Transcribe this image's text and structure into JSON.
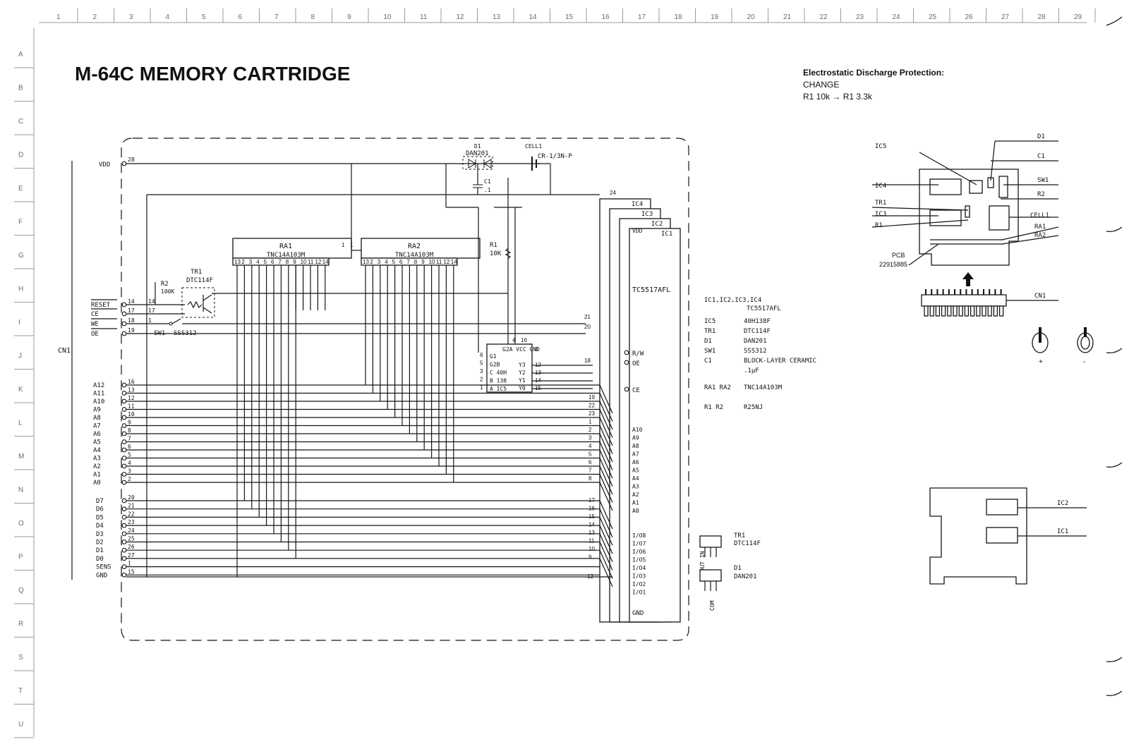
{
  "title": "M-64C MEMORY CARTRIDGE",
  "esd_note": {
    "heading": "Electrostatic Discharge Protection:",
    "line1": "CHANGE",
    "line2": "R1 10k → R1 3.3k"
  },
  "ruler": {
    "columns": [
      "1",
      "2",
      "3",
      "4",
      "5",
      "6",
      "7",
      "8",
      "9",
      "10",
      "11",
      "12",
      "13",
      "14",
      "15",
      "16",
      "17",
      "18",
      "19",
      "20",
      "21",
      "22",
      "23",
      "24",
      "25",
      "26",
      "27",
      "28",
      "29"
    ],
    "rows": [
      "A",
      "B",
      "C",
      "D",
      "E",
      "F",
      "G",
      "H",
      "I",
      "J",
      "K",
      "L",
      "M",
      "N",
      "O",
      "P",
      "Q",
      "R",
      "S",
      "T",
      "U"
    ]
  },
  "connector": {
    "name": "CN1",
    "power_pins": [
      {
        "label": "VDD",
        "pin": "28"
      }
    ],
    "control_pins": [
      {
        "label": "RESET",
        "pin": "14",
        "inner": "14"
      },
      {
        "label": "CE",
        "pin": "17",
        "inner": "17"
      },
      {
        "label": "WE",
        "pin": "18",
        "inner": "1"
      },
      {
        "label": "OE",
        "pin": "19",
        "inner": ""
      }
    ],
    "address_pins": [
      {
        "label": "A12",
        "pin": "16"
      },
      {
        "label": "A11",
        "pin": "13"
      },
      {
        "label": "A10",
        "pin": "12"
      },
      {
        "label": "A9",
        "pin": "11"
      },
      {
        "label": "A8",
        "pin": "10"
      },
      {
        "label": "A7",
        "pin": "9"
      },
      {
        "label": "A6",
        "pin": "8"
      },
      {
        "label": "A5",
        "pin": "7"
      },
      {
        "label": "A4",
        "pin": "6"
      },
      {
        "label": "A3",
        "pin": "5"
      },
      {
        "label": "A2",
        "pin": "4"
      },
      {
        "label": "A1",
        "pin": "3"
      },
      {
        "label": "A0",
        "pin": "2"
      }
    ],
    "data_pins": [
      {
        "label": "D7",
        "pin": "20"
      },
      {
        "label": "D6",
        "pin": "21"
      },
      {
        "label": "D5",
        "pin": "22"
      },
      {
        "label": "D4",
        "pin": "23"
      },
      {
        "label": "D3",
        "pin": "24"
      },
      {
        "label": "D2",
        "pin": "25"
      },
      {
        "label": "D1",
        "pin": "26"
      },
      {
        "label": "D0",
        "pin": "27"
      },
      {
        "label": "SENS",
        "pin": "1"
      },
      {
        "label": "GND",
        "pin": "15"
      }
    ]
  },
  "components": {
    "d1": {
      "ref": "D1",
      "part": "DAN201"
    },
    "cell1": {
      "ref": "CELL1",
      "part": "CR-1/3N-P"
    },
    "c1": {
      "ref": "C1",
      "value": ".1"
    },
    "r1": {
      "ref": "R1",
      "value": "10K"
    },
    "r2": {
      "ref": "R2",
      "value": "100K"
    },
    "tr1": {
      "ref": "TR1",
      "part": "DTC114F"
    },
    "sw1": {
      "ref": "SW1",
      "part": "SSS312"
    },
    "ra1": {
      "ref": "RA1",
      "part": "TNC14A103M"
    },
    "ra2": {
      "ref": "RA2",
      "part": "TNC14A103M"
    },
    "ra_pins": [
      "13",
      "2",
      "3",
      "4",
      "5",
      "6",
      "7",
      "8",
      "9",
      "10",
      "11",
      "12",
      "14"
    ],
    "ic5": {
      "ref": "IC5",
      "lines": [
        "G1",
        "G2B",
        "C 40H",
        "B 138",
        "A IC5"
      ],
      "outputs": [
        "Y3",
        "Y2",
        "Y1",
        "Y0"
      ],
      "top": "G2A VCC GND",
      "pin_labels": [
        "6",
        "5",
        "3",
        "2",
        "1",
        "4",
        "16",
        "8",
        "12",
        "13",
        "14",
        "15"
      ]
    },
    "ram": {
      "stack": [
        "IC4",
        "IC3",
        "IC2",
        "IC1"
      ],
      "part": "TC5517AFL",
      "vdd": "VDD",
      "pin24": "24",
      "ctrl": [
        {
          "label": "R/W",
          "pin": "21"
        },
        {
          "label": "OE",
          "pin": "20"
        },
        {
          "label": "CE",
          "pin": "18"
        }
      ],
      "address": [
        {
          "label": "A10",
          "pin": "19"
        },
        {
          "label": "A9",
          "pin": "22"
        },
        {
          "label": "A8",
          "pin": "23"
        },
        {
          "label": "A7",
          "pin": "1"
        },
        {
          "label": "A6",
          "pin": "2"
        },
        {
          "label": "A5",
          "pin": "3"
        },
        {
          "label": "A4",
          "pin": "4"
        },
        {
          "label": "A3",
          "pin": "5"
        },
        {
          "label": "A2",
          "pin": "6"
        },
        {
          "label": "A1",
          "pin": "7"
        },
        {
          "label": "A0",
          "pin": "8"
        }
      ],
      "data": [
        {
          "label": "I/O8",
          "pin": "17"
        },
        {
          "label": "I/O7",
          "pin": "16"
        },
        {
          "label": "I/O6",
          "pin": "15"
        },
        {
          "label": "I/O5",
          "pin": "14"
        },
        {
          "label": "I/O4",
          "pin": "13"
        },
        {
          "label": "I/O3",
          "pin": "11"
        },
        {
          "label": "I/O2",
          "pin": "10"
        },
        {
          "label": "I/O1",
          "pin": "9"
        }
      ],
      "gnd": "GND",
      "gnd_pin": "12"
    }
  },
  "parts_list": [
    {
      "ref": "IC1,IC2,IC3,IC4",
      "value": "TC5517AFL"
    },
    {
      "ref": "IC5",
      "value": "40H138F"
    },
    {
      "ref": "TR1",
      "value": "DTC114F"
    },
    {
      "ref": "D1",
      "value": "DAN201"
    },
    {
      "ref": "SW1",
      "value": "SSS312"
    },
    {
      "ref": "C1",
      "value": "BLOCK-LAYER CERAMIC"
    },
    {
      "ref": "",
      "value": ".1μF"
    },
    {
      "ref": "RA1 RA2",
      "value": "TNC14A103M"
    },
    {
      "ref": "R1 R2",
      "value": "R25NJ"
    }
  ],
  "pinouts": {
    "tr1": {
      "ref": "TR1",
      "part": "DTC114F",
      "pins": "G OUT IN"
    },
    "d1": {
      "ref": "D1",
      "part": "DAN201",
      "pins": "COM"
    }
  },
  "pcb_top": {
    "labels": [
      "IC5",
      "D1",
      "C1",
      "SW1",
      "R2",
      "IC4",
      "TR1",
      "IC3",
      "R1",
      "CELL1",
      "RA1",
      "RA2",
      "PCB",
      "22915885",
      "CN1"
    ]
  },
  "battery": {
    "plus": "+",
    "minus": "-"
  },
  "pcb_bottom": {
    "labels": [
      "IC2",
      "IC1"
    ]
  }
}
